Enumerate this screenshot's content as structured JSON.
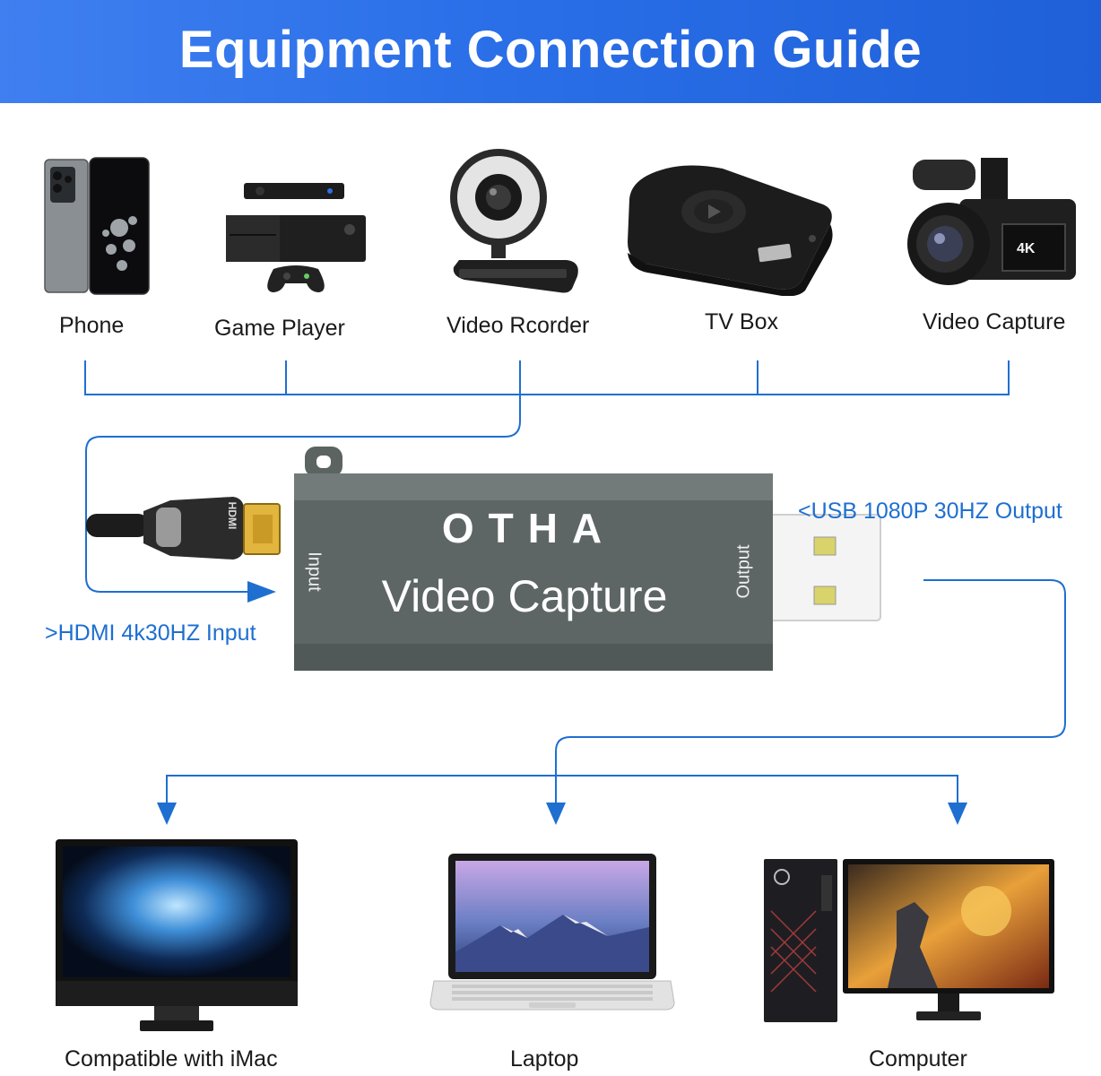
{
  "header": {
    "title": "Equipment Connection Guide"
  },
  "sources": [
    {
      "label": "Phone",
      "icon": "phone-icon"
    },
    {
      "label": "Game Player",
      "icon": "game-console-icon"
    },
    {
      "label": "Video Rcorder",
      "icon": "webcam-icon"
    },
    {
      "label": "TV Box",
      "icon": "tv-box-icon"
    },
    {
      "label": "Video Capture",
      "icon": "camcorder-icon"
    }
  ],
  "device": {
    "brand": "OTHA",
    "name": "Video Capture",
    "input_label": "Input",
    "output_label": "Output",
    "hdmi_text": "HDMI",
    "input_spec": ">HDMI 4k30HZ Input",
    "output_spec": "<USB 1080P 30HZ Output"
  },
  "targets": [
    {
      "label": "Compatible with iMac",
      "icon": "imac-icon"
    },
    {
      "label": "Laptop",
      "icon": "laptop-icon"
    },
    {
      "label": "Computer",
      "icon": "desktop-computer-icon"
    }
  ],
  "colors": {
    "banner": "#2a6fe8",
    "line": "#1e6fd0",
    "device_body": "#6b7472"
  }
}
